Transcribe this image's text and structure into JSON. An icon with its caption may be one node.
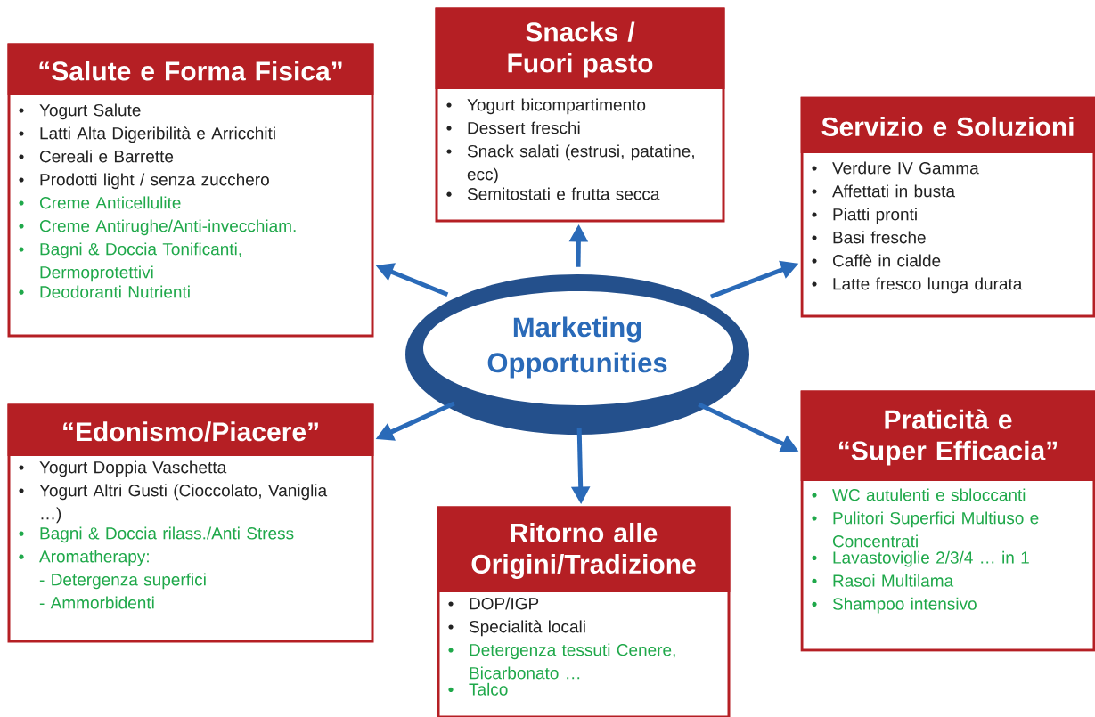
{
  "diagram": {
    "nodes": [
      {
        "text": [
          "“Salute e Forma Fisica”",
          "Yogurt Salute",
          "Latti Alta Digeribilità e Arricchiti",
          "Cereali e Barrette",
          "Prodotti light / senza zucchero",
          "Creme Anticellulite",
          "Creme Antirughe/Anti-invecchiam.",
          "Bagni & Doccia Tonificanti, Dermoprotettivi",
          "Deodoranti Nutrienti"
        ]
      },
      {
        "text": [
          "Snacks / Fuori pasto",
          "Yogurt bicompartimento",
          "Dessert freschi",
          "Snack salati (estrusi, patatine, ecc)",
          "Semitostati e frutta secca"
        ]
      },
      {
        "text": [
          "Servizio e Soluzioni",
          "Verdure IV Gamma",
          "Affettati in busta",
          "Piatti pronti",
          "Basi fresche",
          "Caffè in cialde",
          "Latte fresco lunga durata"
        ]
      },
      {
        "text": [
          "Marketing Opportunities"
        ]
      },
      {
        "text": [
          "“Edonismo/Piacere”",
          "Yogurt Doppia Vaschetta",
          "Yogurt Altri Gusti (Cioccolato, Vaniglia …)",
          "Bagni & Doccia rilass./Anti Stress",
          "Aromatherapy:",
          "- Detergenza superfici",
          "- Ammorbidenti"
        ]
      },
      {
        "text": [
          "Praticità e “Super Efficacia”",
          "WC autulenti e sbloccanti",
          "Pulitori Superfici Multiuso e Concentrati",
          "Lavastoviglie 2/3/4 … in 1",
          "Rasoi Multilama",
          "Shampoo intensivo"
        ]
      },
      {
        "text": [
          "Ritorno alle Origini/Tradizione",
          "DOP/IGP",
          "Specialità locali",
          "Detergenza tessuti Cenere, Bicarbonato …",
          "Talco"
        ]
      }
    ],
    "edges": [
      {
        "from": 3,
        "to": 0,
        "arrow": "to"
      },
      {
        "from": 3,
        "to": 1,
        "arrow": "to"
      },
      {
        "from": 3,
        "to": 2,
        "arrow": "to"
      },
      {
        "from": 3,
        "to": 4,
        "arrow": "to"
      },
      {
        "from": 3,
        "to": 5,
        "arrow": "to"
      },
      {
        "from": 3,
        "to": 6,
        "arrow": "to"
      }
    ]
  }
}
